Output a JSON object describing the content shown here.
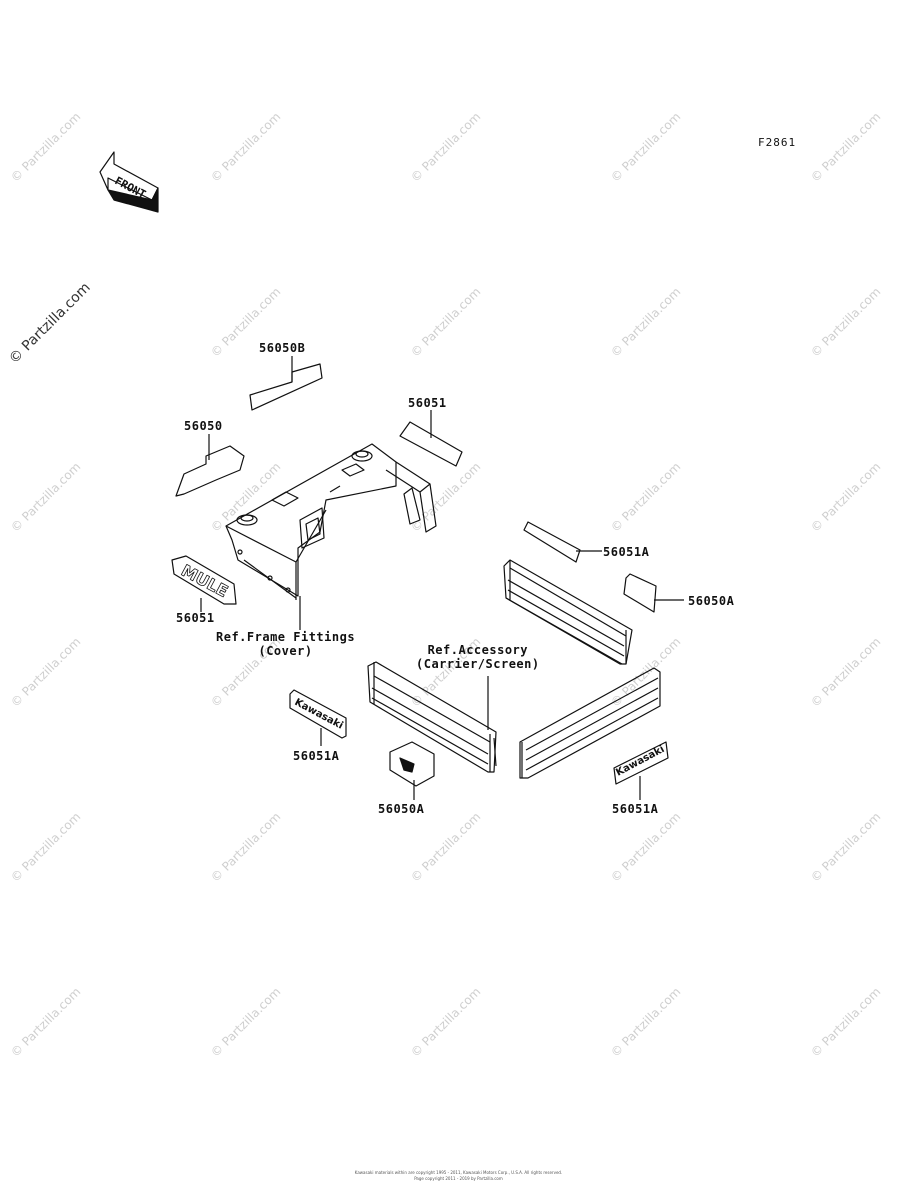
{
  "figure_code": "F2861",
  "front_marker": "FRONT",
  "side_watermark": "© Partzilla.com",
  "watermark_text": "© Partzilla.com",
  "callouts": [
    {
      "id": "c1",
      "text": "56050B"
    },
    {
      "id": "c2",
      "text": "56051"
    },
    {
      "id": "c3",
      "text": "56050"
    },
    {
      "id": "c4",
      "text": "56051"
    },
    {
      "id": "c5",
      "text": "56051A"
    },
    {
      "id": "c6",
      "text": "56050A"
    },
    {
      "id": "c7",
      "text": "56051A"
    },
    {
      "id": "c8",
      "text": "56050A"
    },
    {
      "id": "c9",
      "text": "56051A"
    }
  ],
  "references": {
    "frame_line1": "Ref.Frame Fittings",
    "frame_line2": "(Cover)",
    "accessory_line1": "Ref.Accessory",
    "accessory_line2": "(Carrier/Screen)"
  },
  "decal_texts": {
    "mule": "MULE",
    "kawasaki": "Kawasaki"
  },
  "copyright_line1": "Kawasaki materials within are copyright 1995 - 2011, Kawasaki Motors Corp., U.S.A. All rights reserved.",
  "copyright_line2": "Page copyright 2011 - 2019 by Partzilla.com"
}
